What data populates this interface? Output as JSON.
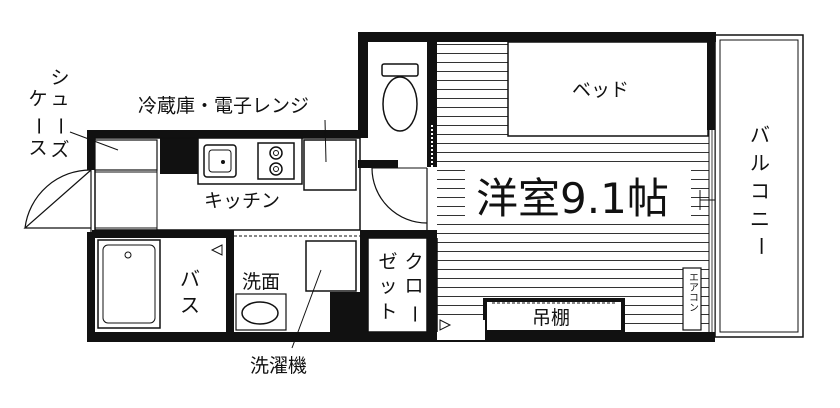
{
  "floor_plan": {
    "main_room": {
      "type": "洋室",
      "size": "9.1",
      "unit": "帖"
    },
    "labels": {
      "bed": "ベッド",
      "balcony": [
        "バ",
        "ル",
        "コ",
        "ニ",
        "ー"
      ],
      "fridge_range": "冷蔵庫・電子レンジ",
      "shoe_case_col1": [
        "シ",
        "ュ",
        "ー",
        "ズ"
      ],
      "shoe_case_col2": [
        "ケ",
        "ー",
        "ス"
      ],
      "kitchen": "キッチン",
      "bath": [
        "バ",
        "ス"
      ],
      "washroom": "洗面",
      "closet_col1": [
        "ゼ",
        "ッ",
        "ト"
      ],
      "closet_col2": [
        "ク",
        "ロ",
        "ー"
      ],
      "hanging_shelf": "吊棚",
      "aircon": "エアコン",
      "washing_machine": "洗濯機"
    }
  }
}
